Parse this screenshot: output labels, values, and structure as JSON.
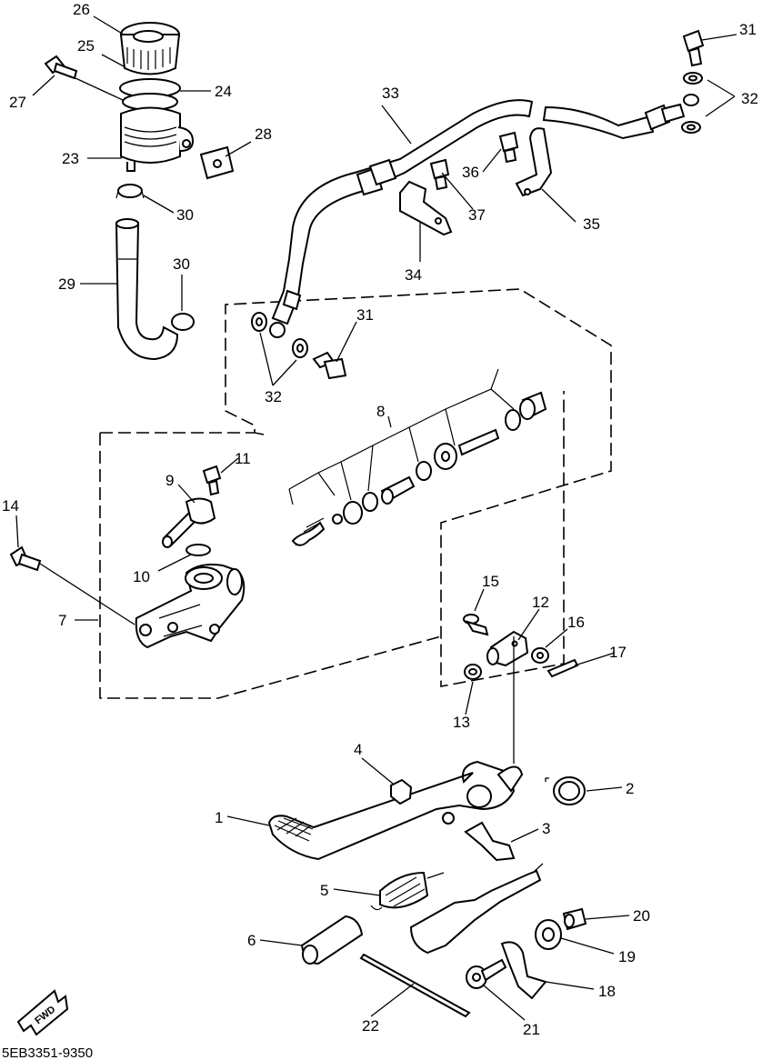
{
  "diagram": {
    "code": "5EB3351-9350",
    "fwd_label": "FWD",
    "callouts": {
      "p1": "1",
      "p2": "2",
      "p3": "3",
      "p4": "4",
      "p5": "5",
      "p6": "6",
      "p7": "7",
      "p8": "8",
      "p9": "9",
      "p10": "10",
      "p11": "11",
      "p12": "12",
      "p13": "13",
      "p14": "14",
      "p15": "15",
      "p16": "16",
      "p17": "17",
      "p18": "18",
      "p19": "19",
      "p20": "20",
      "p21": "21",
      "p22": "22",
      "p23": "23",
      "p24": "24",
      "p25": "25",
      "p26": "26",
      "p27": "27",
      "p28": "28",
      "p29": "29",
      "p30a": "30",
      "p30b": "30",
      "p31a": "31",
      "p31b": "31",
      "p32a": "32",
      "p32b": "32",
      "p33": "33",
      "p34": "34",
      "p35": "35",
      "p36": "36",
      "p37": "37"
    }
  }
}
